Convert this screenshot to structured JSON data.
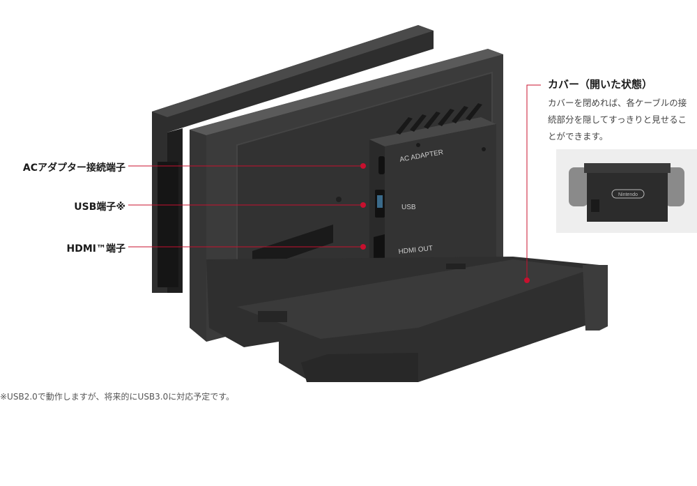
{
  "callouts": {
    "ac_adapter": "ACアダプター接続端子",
    "usb": "USB端子※",
    "hdmi": "HDMI™端子"
  },
  "port_labels": {
    "ac_adapter": "AC ADAPTER",
    "usb": "USB",
    "hdmi": "HDMI OUT"
  },
  "cover": {
    "title": "カバー（開いた状態）",
    "description": "カバーを閉めれば、各ケーブルの接\n続部分を隠してすっきりと見せるこ\nとができます。"
  },
  "thumbnail": {
    "logo_text": "Nintendo"
  },
  "footnote": "※USB2.0で動作しますが、将来的にUSB3.0に対応予定です。",
  "colors": {
    "callout_line": "#c8102e",
    "dock_dark": "#2b2b2b",
    "dock_face": "#3a3a3a",
    "dock_edge": "#555555"
  }
}
